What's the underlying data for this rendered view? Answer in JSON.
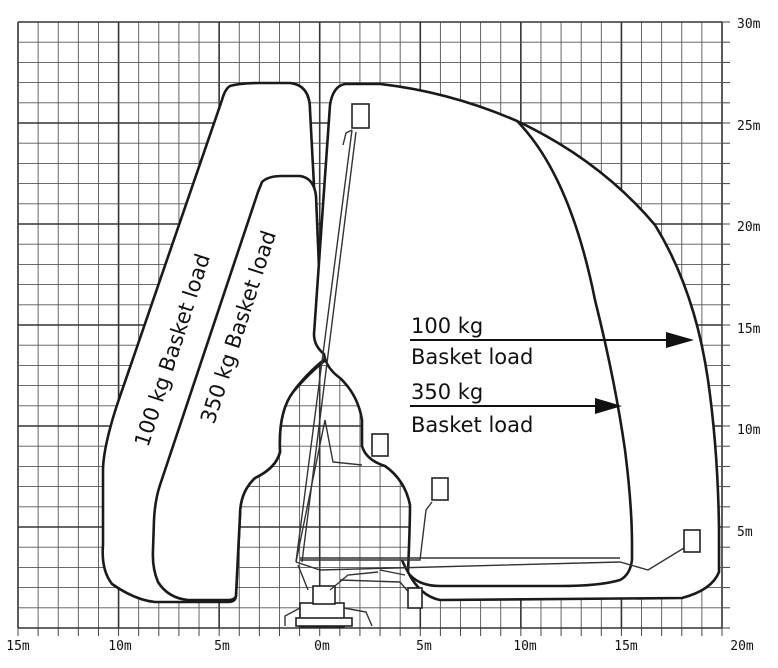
{
  "diagram": {
    "x_ticks": [
      "15m",
      "10m",
      "5m",
      "0m",
      "5m",
      "10m",
      "15m",
      "20m"
    ],
    "y_ticks": [
      "5m",
      "10m",
      "15m",
      "20m",
      "25m",
      "30m"
    ],
    "left_labels": {
      "outer": "100 kg Basket load",
      "inner": "350 kg Basket load"
    },
    "right_labels": {
      "outer_line1": "100 kg",
      "outer_line2": "Basket load",
      "inner_line1": "350 kg",
      "inner_line2": "Basket load"
    }
  }
}
